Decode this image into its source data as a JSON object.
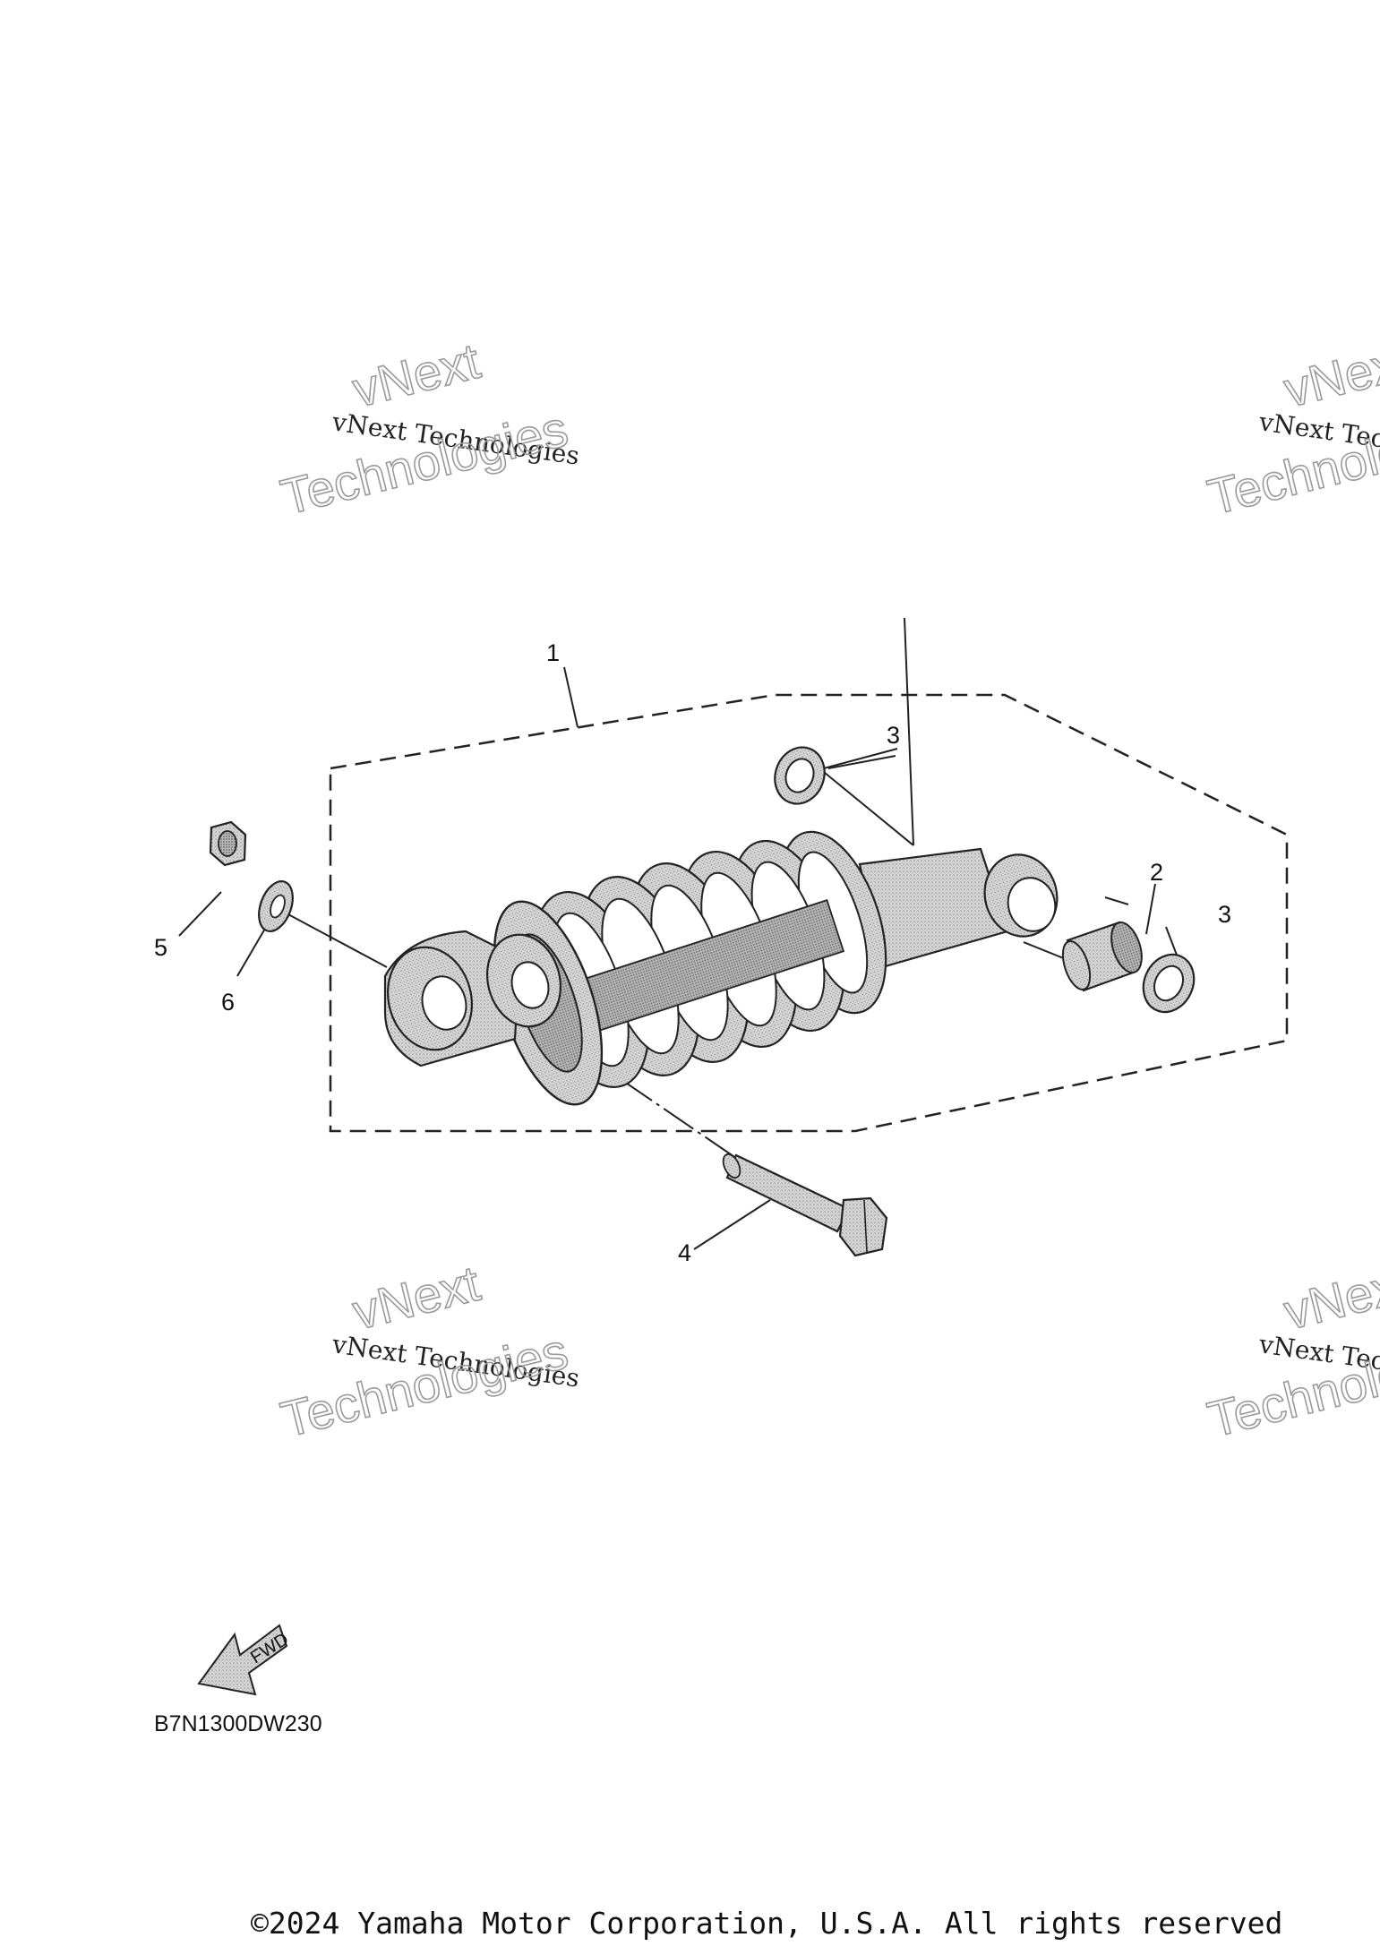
{
  "watermark": {
    "line1": "vNext Technologies",
    "big_top": "vNext",
    "big_bottom": "Technologies"
  },
  "callouts": [
    "1",
    "2",
    "3",
    "3",
    "4",
    "5",
    "6"
  ],
  "fwd_label": "FWD",
  "diagram_code": "B7N1300DW230",
  "copyright": "©2024 Yamaha Motor Corporation, U.S.A. All rights reserved"
}
